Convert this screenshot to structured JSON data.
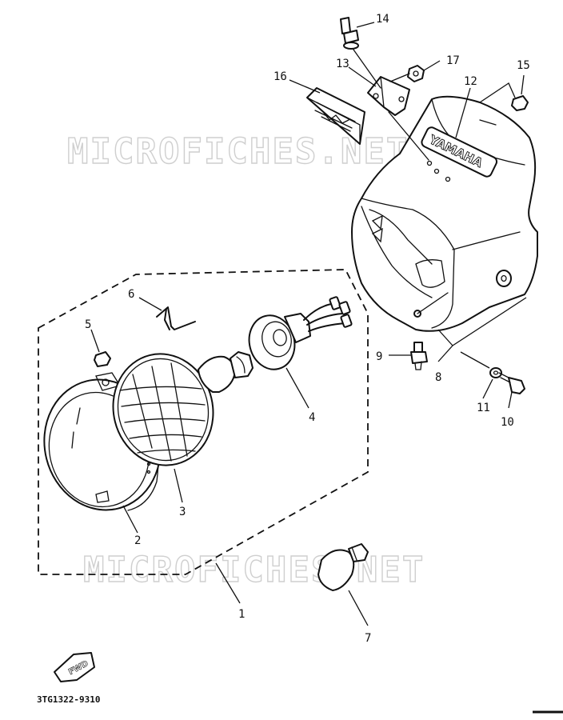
{
  "watermark": "MICROFICHES.NET",
  "drawing_code": "3TG1322-9310",
  "brand_mark": "YAMAHA",
  "direction_mark": "FWD",
  "callouts": [
    {
      "id": "1",
      "label": "1"
    },
    {
      "id": "2",
      "label": "2"
    },
    {
      "id": "3",
      "label": "3"
    },
    {
      "id": "4",
      "label": "4"
    },
    {
      "id": "5",
      "label": "5"
    },
    {
      "id": "6",
      "label": "6"
    },
    {
      "id": "7",
      "label": "7"
    },
    {
      "id": "8",
      "label": "8"
    },
    {
      "id": "9",
      "label": "9"
    },
    {
      "id": "10",
      "label": "10"
    },
    {
      "id": "11",
      "label": "11"
    },
    {
      "id": "12",
      "label": "12"
    },
    {
      "id": "13",
      "label": "13"
    },
    {
      "id": "14",
      "label": "14"
    },
    {
      "id": "15",
      "label": "15"
    },
    {
      "id": "16",
      "label": "16"
    },
    {
      "id": "17",
      "label": "17"
    }
  ]
}
